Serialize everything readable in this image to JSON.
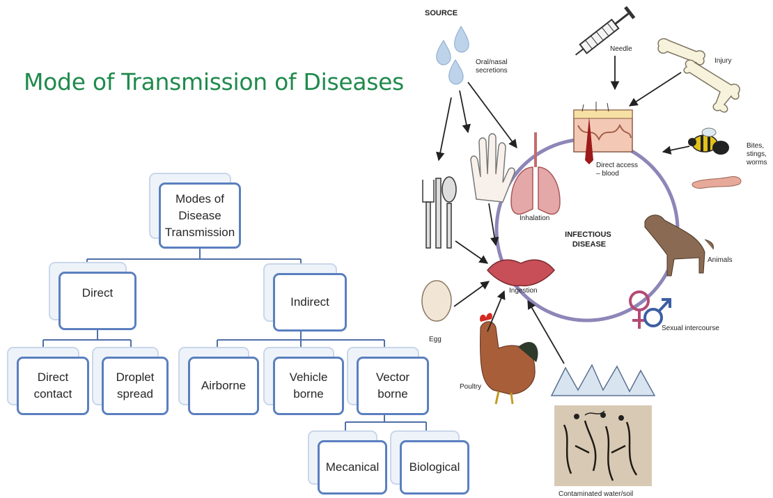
{
  "title": "Mode of Transmission of Diseases",
  "tree": {
    "root": "Modes of\nDisease\nTransmission",
    "direct": "Direct",
    "indirect": "Indirect",
    "direct_contact": "Direct\ncontact",
    "droplet_spread": "Droplet\nspread",
    "airborne": "Airborne",
    "vehicle_borne": "Vehicle\nborne",
    "vector_borne": "Vector\nborne",
    "mecanical": "Mecanical",
    "biological": "Biological"
  },
  "cycle": {
    "source": "SOURCE",
    "oral_nasal": [
      "Oral/nasal",
      "secretions"
    ],
    "needle": "Needle",
    "injury": "Injury",
    "bites": [
      "Bites,",
      "stings,",
      "worms"
    ],
    "direct_access": [
      "Direct access",
      "– blood"
    ],
    "inhalation": "Inhalation",
    "infectious": [
      "INFECTIOUS",
      "DISEASE"
    ],
    "animals": "Animals",
    "ingestion": "Ingestion",
    "egg": "Egg",
    "sexual": "Sexual intercourse",
    "poultry": "Poultry",
    "water": "Contaminated water/soil"
  },
  "colors": {
    "title": "#1f8a4c",
    "box_border": "#5a7fbf",
    "circle": "#8d86b8"
  }
}
